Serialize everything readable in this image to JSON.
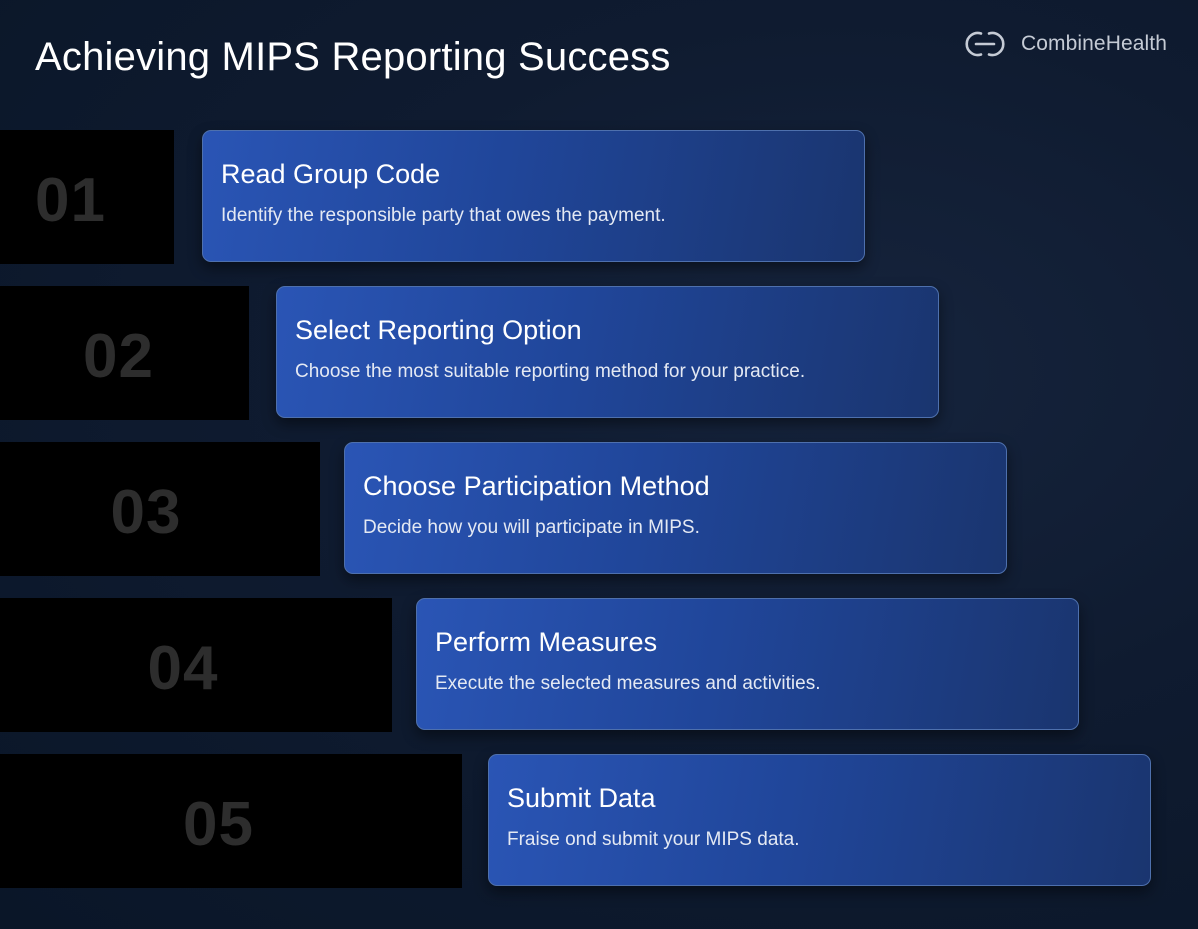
{
  "header": {
    "title": "Achieving MIPS Reporting Success"
  },
  "brand": {
    "logo_icon": "combinehealth-logo-icon",
    "name": "CombineHealth"
  },
  "colors": {
    "background": "#0f1b30",
    "number_block": "#000000",
    "number_text": "#2d2d2d",
    "card_gradient_start": "#2a55b5",
    "card_gradient_end": "#1a356f",
    "card_border": "#4e70ad"
  },
  "steps": [
    {
      "number": "01",
      "title": "Read Group Code",
      "description": "Identify the responsible party that owes the payment."
    },
    {
      "number": "02",
      "title": "Select Reporting Option",
      "description": "Choose the most suitable reporting method for your practice."
    },
    {
      "number": "03",
      "title": "Choose Participation Method",
      "description": "Decide how you will participate in MIPS."
    },
    {
      "number": "04",
      "title": "Perform Measures",
      "description": "Execute the selected measures and activities."
    },
    {
      "number": "05",
      "title": "Submit Data",
      "description": "Fraise ond submit your MIPS data."
    }
  ]
}
